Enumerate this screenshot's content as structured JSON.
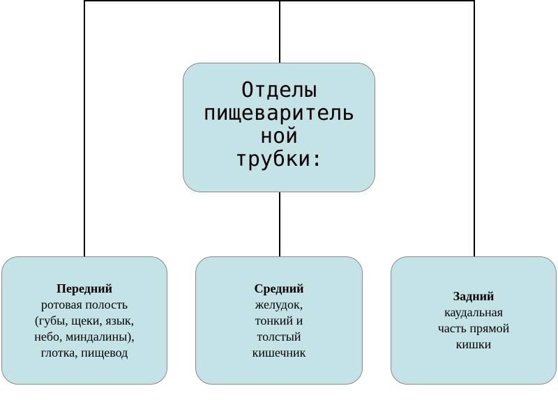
{
  "diagram": {
    "center": {
      "title": "Отделы\nпищеваритель\nной\nтрубки:"
    },
    "branches": [
      {
        "title": "Передний",
        "description": "ротовая полость\n(губы, щеки, язык,\nнебо, миндалины),\nглотка, пищевод"
      },
      {
        "title": "Средний",
        "description": "желудок,\nтонкий и\nтолстый\nкишечник"
      },
      {
        "title": "Задний",
        "description": "каудальная\nчасть прямой\nкишки"
      }
    ]
  },
  "colors": {
    "box_fill": "#c4e3e6",
    "box_border": "#8a8a8a",
    "connector": "#000000"
  }
}
